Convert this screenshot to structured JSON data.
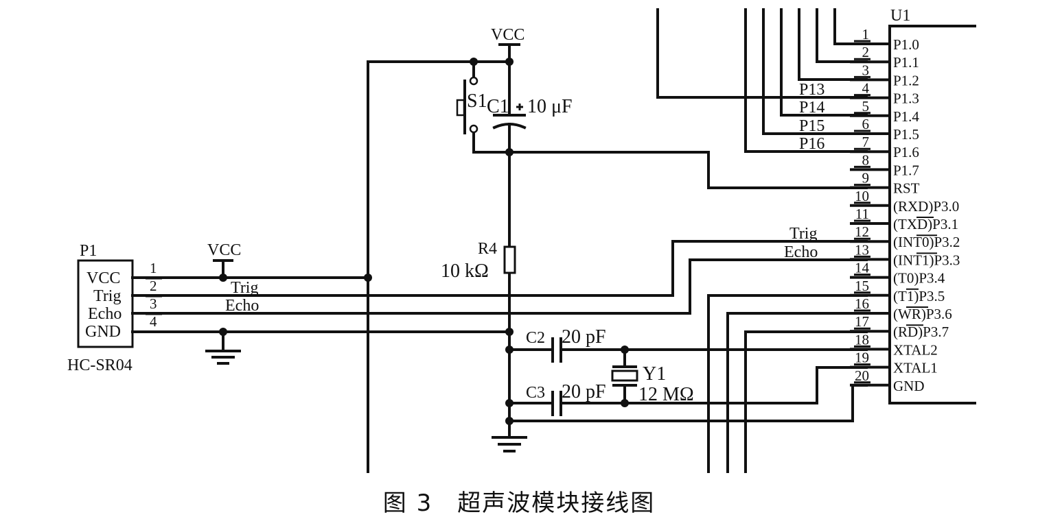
{
  "caption": "图 3　超声波模块接线图",
  "p1": {
    "ref": "P1",
    "part": "HC-SR04",
    "pins": [
      {
        "num": "1",
        "name": "VCC"
      },
      {
        "num": "2",
        "name": "Trig"
      },
      {
        "num": "3",
        "name": "Echo"
      },
      {
        "num": "4",
        "name": "GND"
      }
    ]
  },
  "u1": {
    "ref": "U1",
    "pins": [
      {
        "num": "1",
        "name": "P1.0"
      },
      {
        "num": "2",
        "name": "P1.1"
      },
      {
        "num": "3",
        "name": "P1.2"
      },
      {
        "num": "4",
        "name": "P1.3"
      },
      {
        "num": "5",
        "name": "P1.4"
      },
      {
        "num": "6",
        "name": "P1.5"
      },
      {
        "num": "7",
        "name": "P1.6"
      },
      {
        "num": "8",
        "name": "P1.7"
      },
      {
        "num": "9",
        "name": "RST"
      },
      {
        "num": "10",
        "name": "(RXD)P3.0"
      },
      {
        "num": "11",
        "name": "(TXD)P3.1"
      },
      {
        "num": "12",
        "name": "(INT0)P3.2"
      },
      {
        "num": "13",
        "name": "(INT1)P3.3"
      },
      {
        "num": "14",
        "name": "(T0)P3.4"
      },
      {
        "num": "15",
        "name": "(T1)P3.5"
      },
      {
        "num": "16",
        "name": "(WR)P3.6"
      },
      {
        "num": "17",
        "name": "(RD)P3.7"
      },
      {
        "num": "18",
        "name": "XTAL2"
      },
      {
        "num": "19",
        "name": "XTAL1"
      },
      {
        "num": "20",
        "name": "GND"
      }
    ]
  },
  "nets": {
    "vcc": "VCC",
    "trig": "Trig",
    "echo": "Echo",
    "p13": "P13",
    "p14": "P14",
    "p15": "P15",
    "p16": "P16"
  },
  "components": {
    "s1": "S1",
    "c1": {
      "ref": "C1",
      "value": "10 μF"
    },
    "r4": {
      "ref": "R4",
      "value": "10 kΩ"
    },
    "c2": {
      "ref": "C2",
      "value": "20 pF"
    },
    "c3": {
      "ref": "C3",
      "value": "20 pF"
    },
    "y1": {
      "ref": "Y1",
      "value": "12 MΩ"
    }
  }
}
